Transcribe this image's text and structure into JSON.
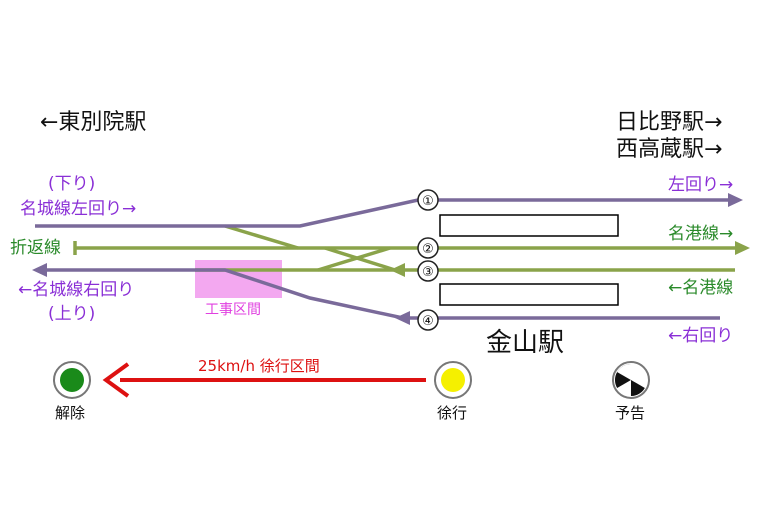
{
  "destinations": {
    "left": "←東別院駅",
    "right_1": "日比野駅→",
    "right_2": "西高蔵駅→"
  },
  "lines": {
    "down_label": "(下り)",
    "meijo_left": "名城線左回り→",
    "turnback": "折返線",
    "meijo_right": "←名城線右回り",
    "up_label": "(上り)",
    "hidari_mawari": "左回り→",
    "meiko_out": "名港線→",
    "meiko_in": "←名港線",
    "migi_mawari": "←右回り"
  },
  "platform_numbers": [
    "①",
    "②",
    "③",
    "④"
  ],
  "construction": "工事区間",
  "station": "金山駅",
  "slow_section": "25km/h 徐行区間",
  "signals": {
    "release": "解除",
    "slow": "徐行",
    "advance": "予告"
  },
  "colors": {
    "purple_track": "#7a6a9a",
    "green_track": "#8aa34a",
    "label_purple": "#8a2fd6",
    "label_green": "#2a8a2a",
    "construction": "#f3a8f0",
    "arrow_red": "#dd1111",
    "signal_green": "#1a8a1a",
    "signal_yellow": "#f5f000"
  }
}
